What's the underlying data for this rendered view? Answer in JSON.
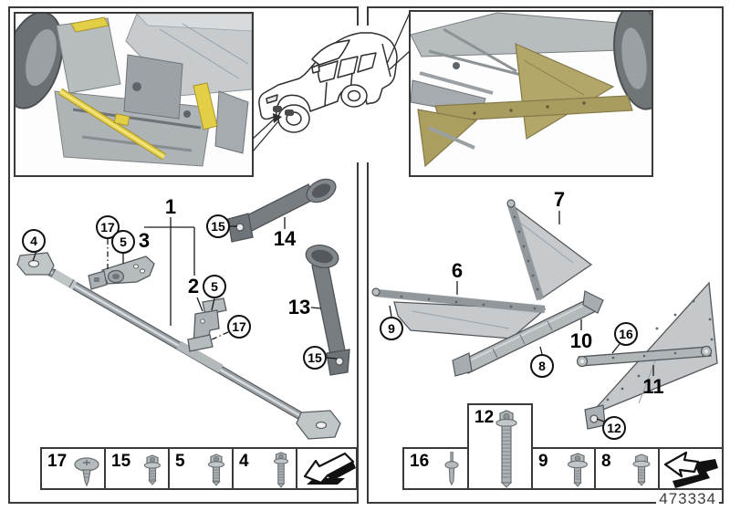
{
  "doc_number": "473334",
  "callouts": {
    "c1": "1",
    "c2": "2",
    "c3": "3",
    "c4": "4",
    "c5a": "5",
    "c5b": "5",
    "c6": "6",
    "c7": "7",
    "c8": "8",
    "c9": "9",
    "c10": "10",
    "c11": "11",
    "c12": "12",
    "c13": "13",
    "c14": "14",
    "c15a": "15",
    "c15b": "15",
    "c16": "16",
    "c17a": "17",
    "c17b": "17"
  },
  "legend": {
    "left": [
      {
        "num": "17"
      },
      {
        "num": "15"
      },
      {
        "num": "5"
      },
      {
        "num": "4"
      }
    ],
    "right": [
      {
        "num": "16"
      },
      {
        "num": "12"
      },
      {
        "num": "9"
      },
      {
        "num": "8"
      }
    ]
  },
  "icons": {
    "left": [
      "expanding-rivet-icon",
      "flange-screw-icon",
      "flange-screw-icon",
      "long-screw-icon"
    ],
    "right": [
      "blind-rivet-icon",
      "extra-long-bolt-icon",
      "flange-bolt-icon",
      "hex-bolt-icon"
    ]
  },
  "colors": {
    "front_highlight": "#e3cf45",
    "rear_highlight": "#b2a668",
    "panel_fill": "#c6cacd",
    "strut_fill": "#787d81"
  }
}
